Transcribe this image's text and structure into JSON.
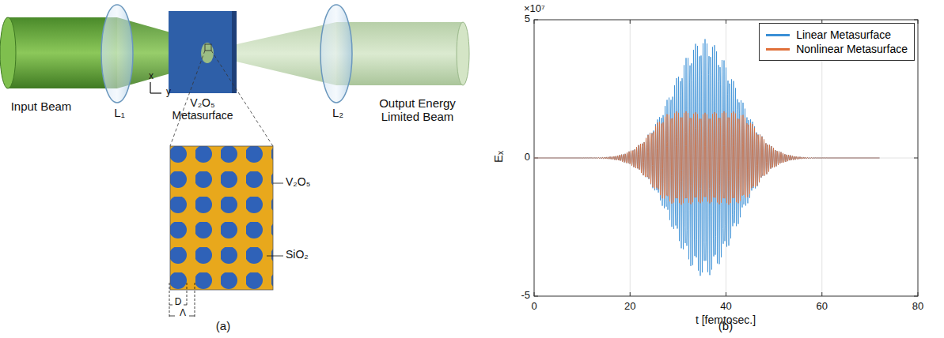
{
  "diagram": {
    "labels": [
      "Input Beam",
      "L₁",
      "V₂O₅ Metasurface",
      "L₂",
      "Output Energy Limited Beam",
      "x",
      "y",
      "V₂O₅",
      "SiO₂",
      "D",
      "Λ",
      "(a)",
      "×10⁷",
      "5",
      "0",
      "-5",
      "0",
      "20",
      "40",
      "60",
      "80",
      "Eₓ",
      "t [femtosec.]",
      "(b)"
    ],
    "legend": [
      {
        "text": "Linear Metasurface",
        "color": "#3a8fd6"
      },
      {
        "text": "Nonlinear Metasurface",
        "color": "#e0703a"
      }
    ]
  }
}
